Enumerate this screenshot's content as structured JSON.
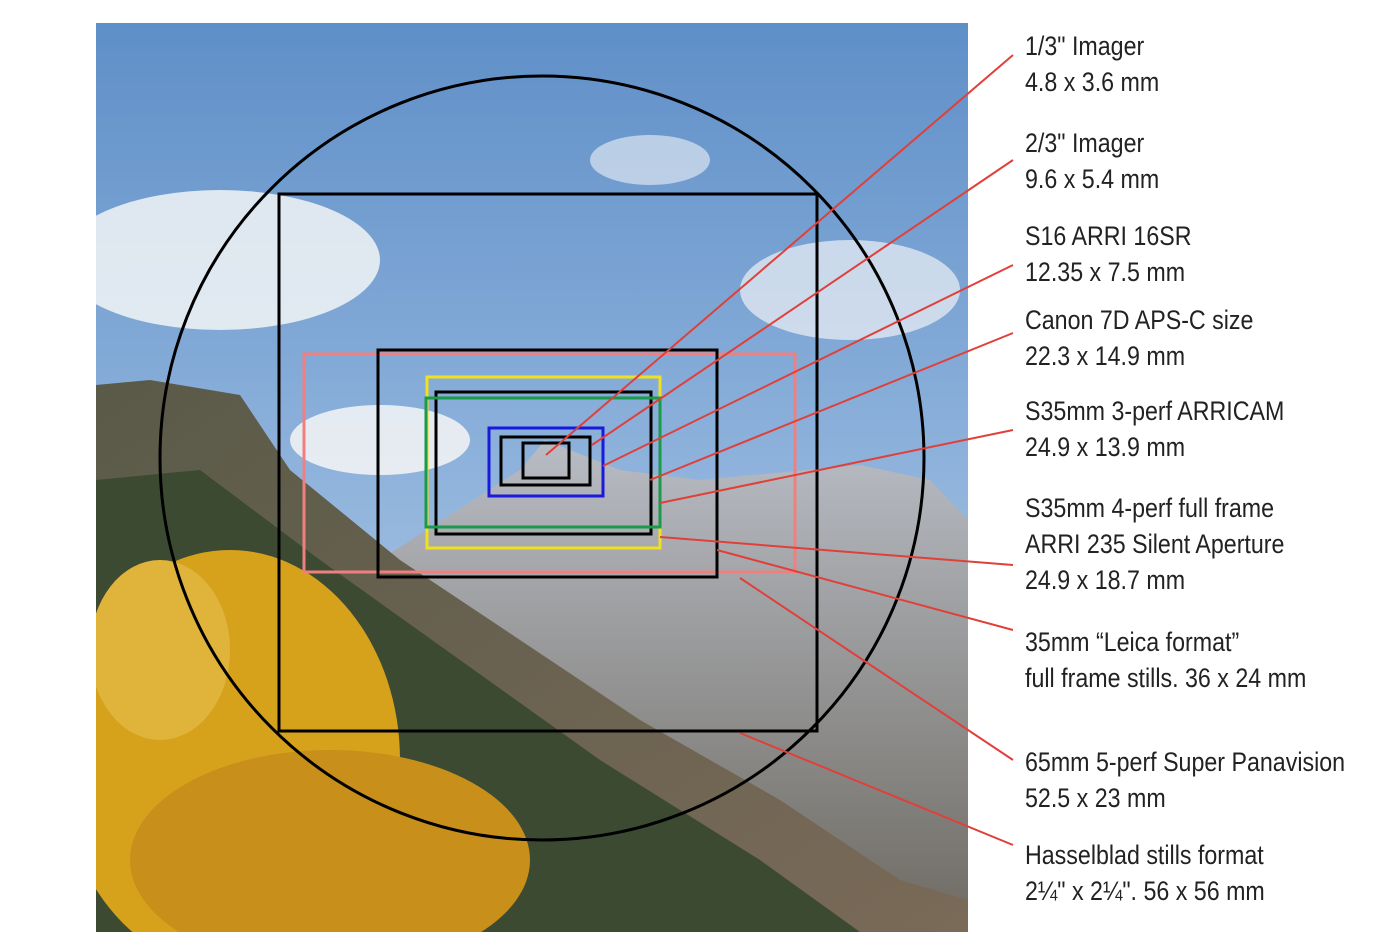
{
  "formats": [
    {
      "name": "1/3\" Imager",
      "size": "4.8 x 3.6 mm",
      "color": "#000000"
    },
    {
      "name": "2/3\" Imager",
      "size": "9.6 x 5.4 mm",
      "color": "#000000"
    },
    {
      "name": "S16 ARRI 16SR",
      "size": "12.35 x 7.5 mm",
      "color": "#1a1adc"
    },
    {
      "name": "Canon 7D APS-C size",
      "size": "22.3 x 14.9 mm",
      "color": "#000000"
    },
    {
      "name": "S35mm 3-perf ARRICAM",
      "size": "24.9 x 13.9 mm",
      "color": "#1a9a4a"
    },
    {
      "name": "S35mm 4-perf full frame",
      "name2": "ARRI 235 Silent Aperture",
      "size": "24.9 x 18.7 mm",
      "color": "#f0e020"
    },
    {
      "name": "35mm “Leica format”",
      "size": "full frame stills. 36 x 24 mm",
      "color": "#000000"
    },
    {
      "name": "65mm 5-perf Super Panavision",
      "size": "52.5 x 23 mm",
      "color": "#f08080"
    },
    {
      "name": "Hasselblad stills format",
      "size": "2¼\" x 2¼\". 56 x 56 mm",
      "color": "#000000"
    }
  ],
  "leader_color": "#e0403a",
  "image_circle_color": "#000000"
}
